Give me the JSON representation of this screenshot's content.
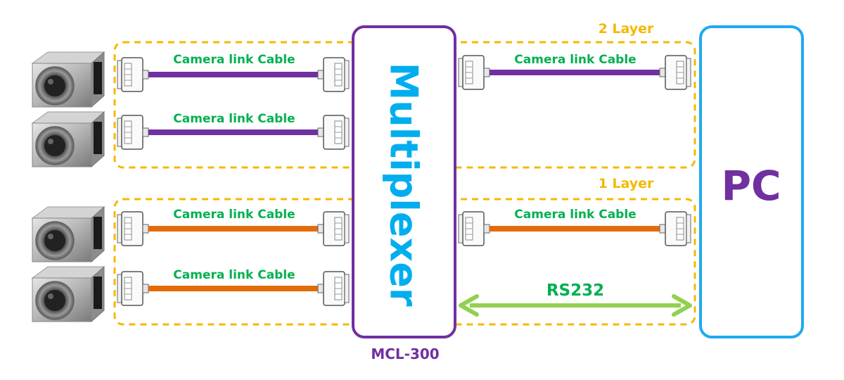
{
  "layers": {
    "top_label": "2 Layer",
    "bottom_label": "1 Layer"
  },
  "multiplexer": {
    "label": "Multiplexer",
    "model": "MCL-300"
  },
  "pc": {
    "label": "PC"
  },
  "cables": {
    "cable_label": "Camera link Cable",
    "serial_label": "RS232"
  },
  "colors": {
    "layer_border": "#f5b800",
    "multiplexer_border": "#7030a0",
    "multiplexer_text": "#00aeef",
    "pc_border": "#1eaaf1",
    "pc_text": "#7030a0",
    "cable_label": "#00b050",
    "cable_layer2": "#7030a0",
    "cable_layer1": "#e36c09",
    "rs232_arrow": "#92d050",
    "model_text": "#7030a0"
  },
  "icons": [
    "camera-icon",
    "connector-icon"
  ]
}
